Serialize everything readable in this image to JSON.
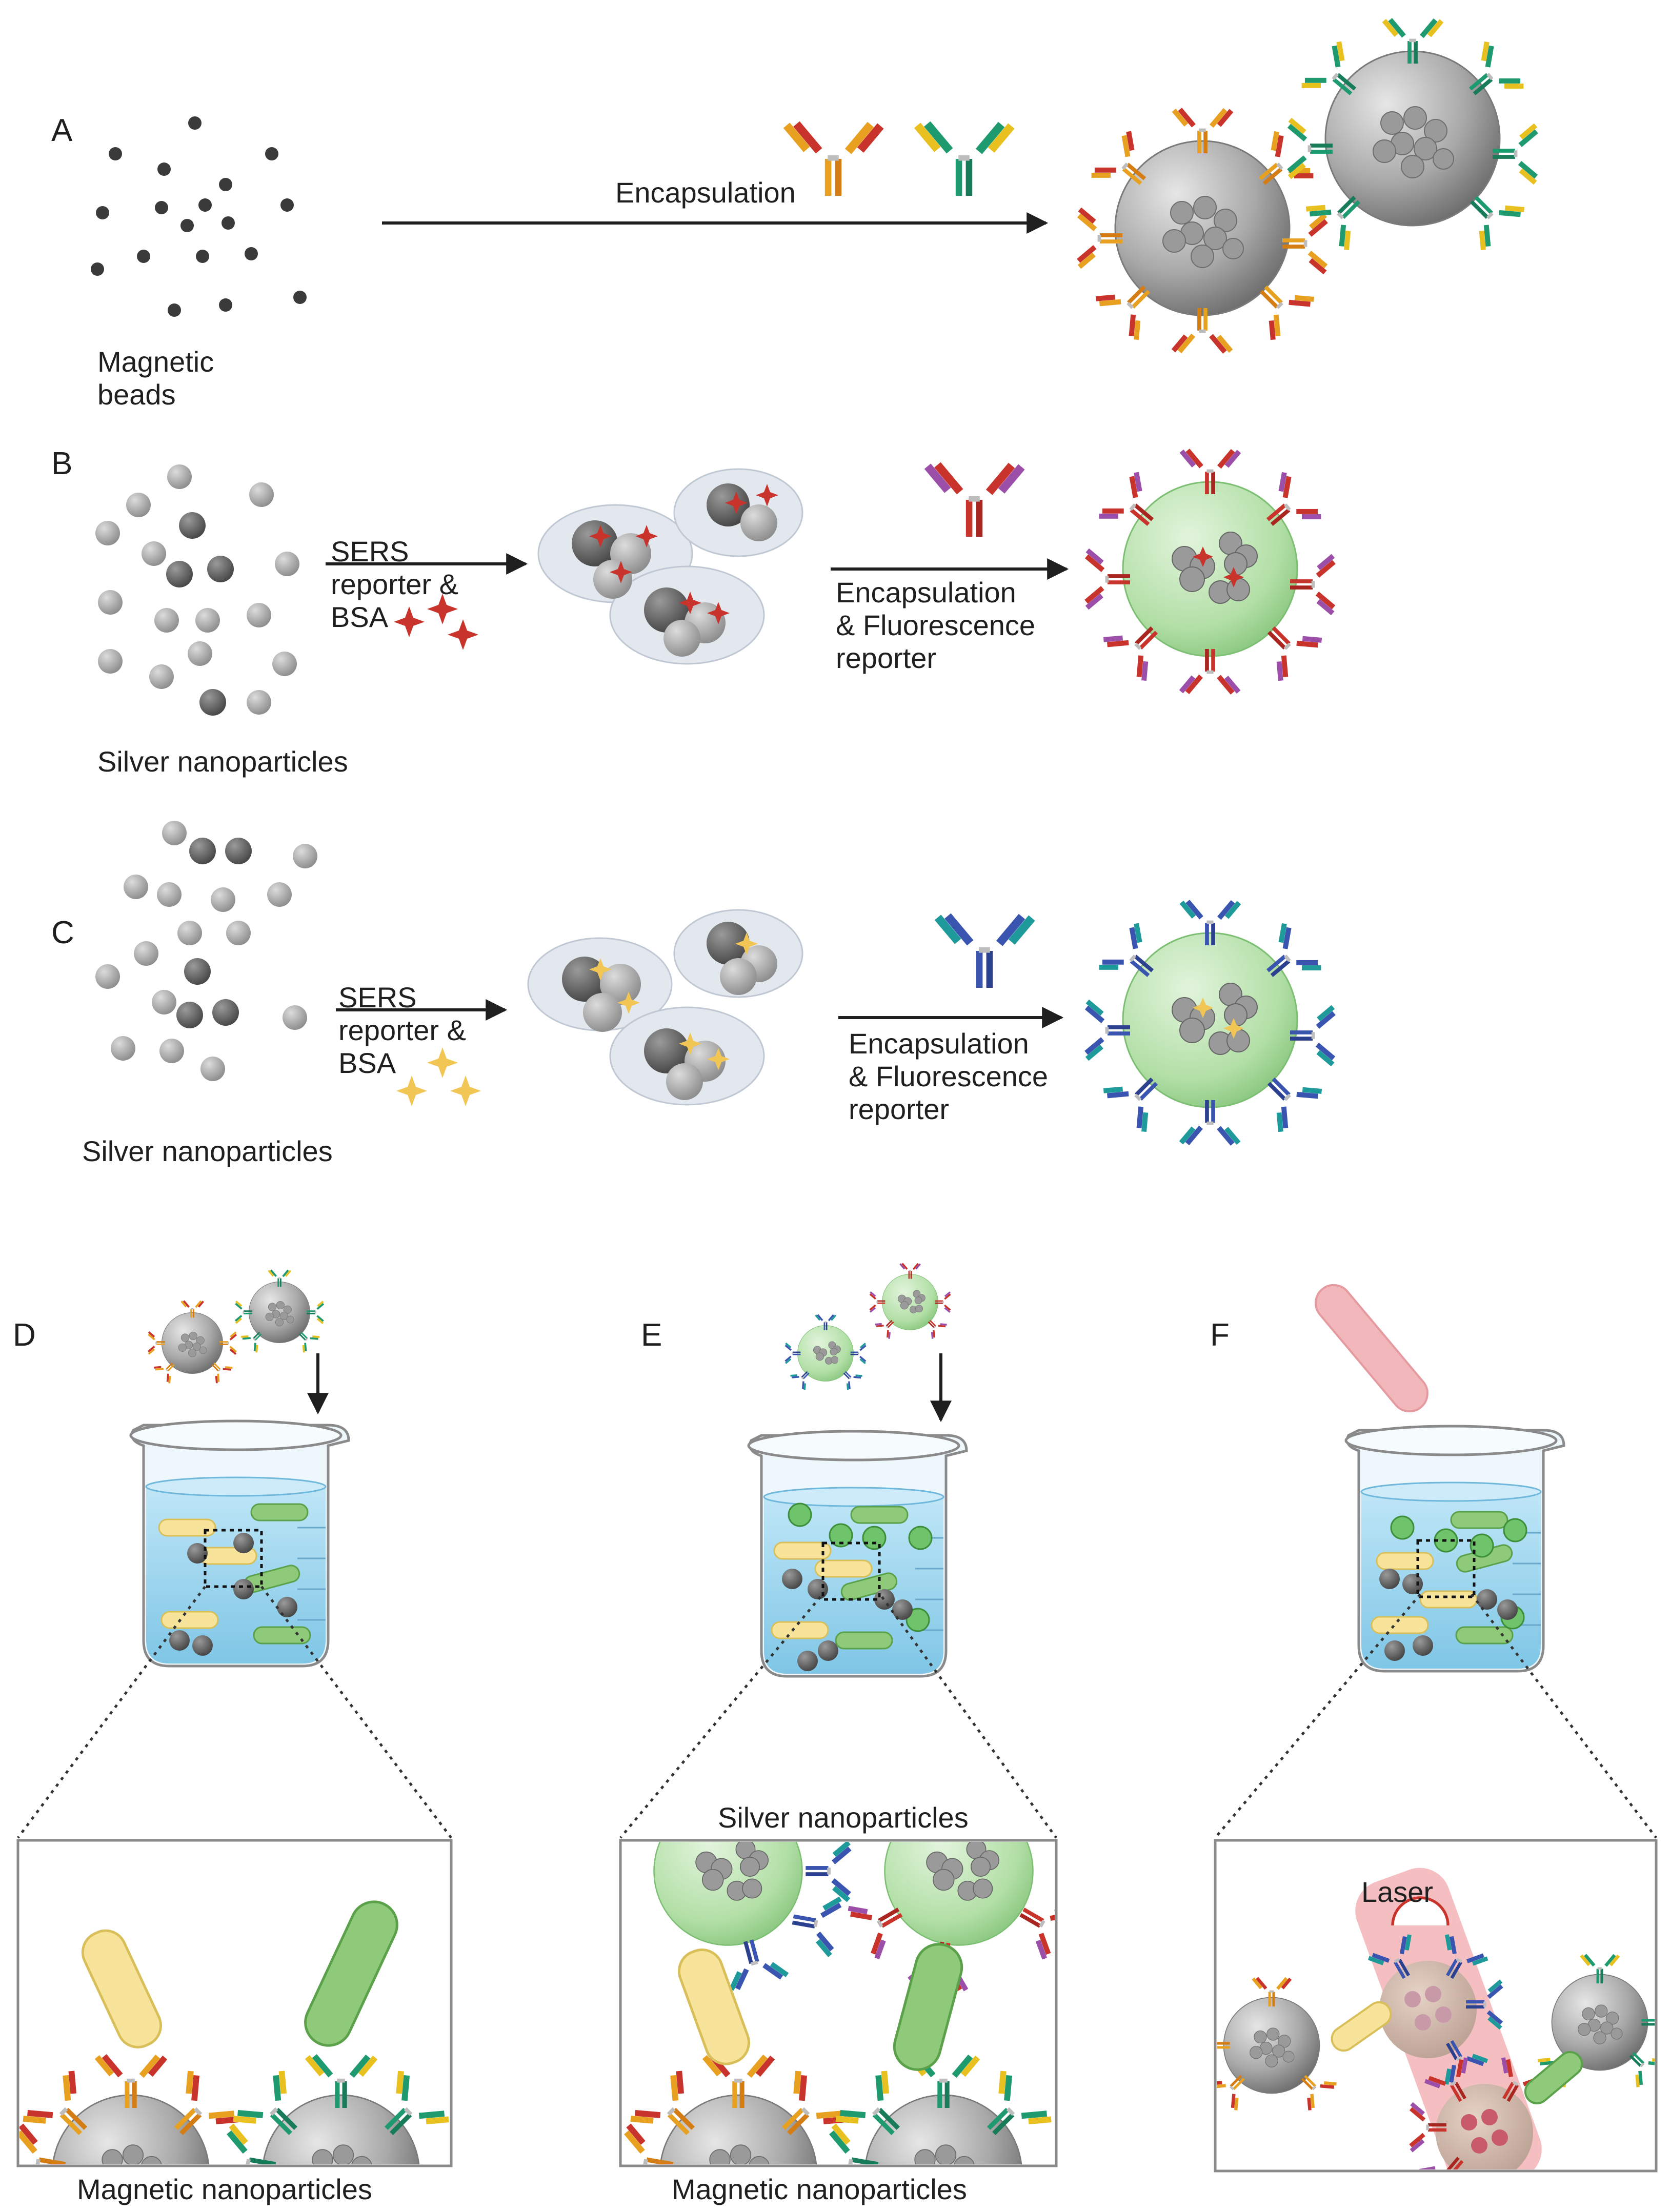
{
  "panels": {
    "A": {
      "letter": "A",
      "start_label": "Magnetic\nbeads",
      "arrow_label": "Encapsulation"
    },
    "B": {
      "letter": "B",
      "start_label": "Silver nanoparticles",
      "step1_label": "SERS\nreporter &\nBSA",
      "step2_label": "Encapsulation\n& Fluorescence\nreporter"
    },
    "C": {
      "letter": "C",
      "start_label": "Silver nanoparticles",
      "step1_label": "SERS\nreporter &\nBSA",
      "step2_label": "Encapsulation\n& Fluorescence\nreporter"
    },
    "D": {
      "letter": "D",
      "bottom_label": "Magnetic nanoparticles"
    },
    "E": {
      "letter": "E",
      "top_label": "Silver nanoparticles",
      "bottom_label": "Magnetic nanoparticles"
    },
    "F": {
      "letter": "F",
      "laser_label": "Laser"
    }
  },
  "colors": {
    "bead_gray": "#8d8d8d",
    "dark_dot": "#3a3a3a",
    "antibody_orange": "#e8a020",
    "antibody_red": "#c8332b",
    "antibody_green": "#1e9a6e",
    "antibody_purple": "#9c4fa8",
    "antibody_blue": "#3a55b0",
    "fluor_green": "#a8d8a0",
    "water_blue": "#9fd6ef",
    "laser_pink": "#f2a9ad",
    "sers_red": "#c8332b",
    "sers_yellow": "#f2c654"
  }
}
